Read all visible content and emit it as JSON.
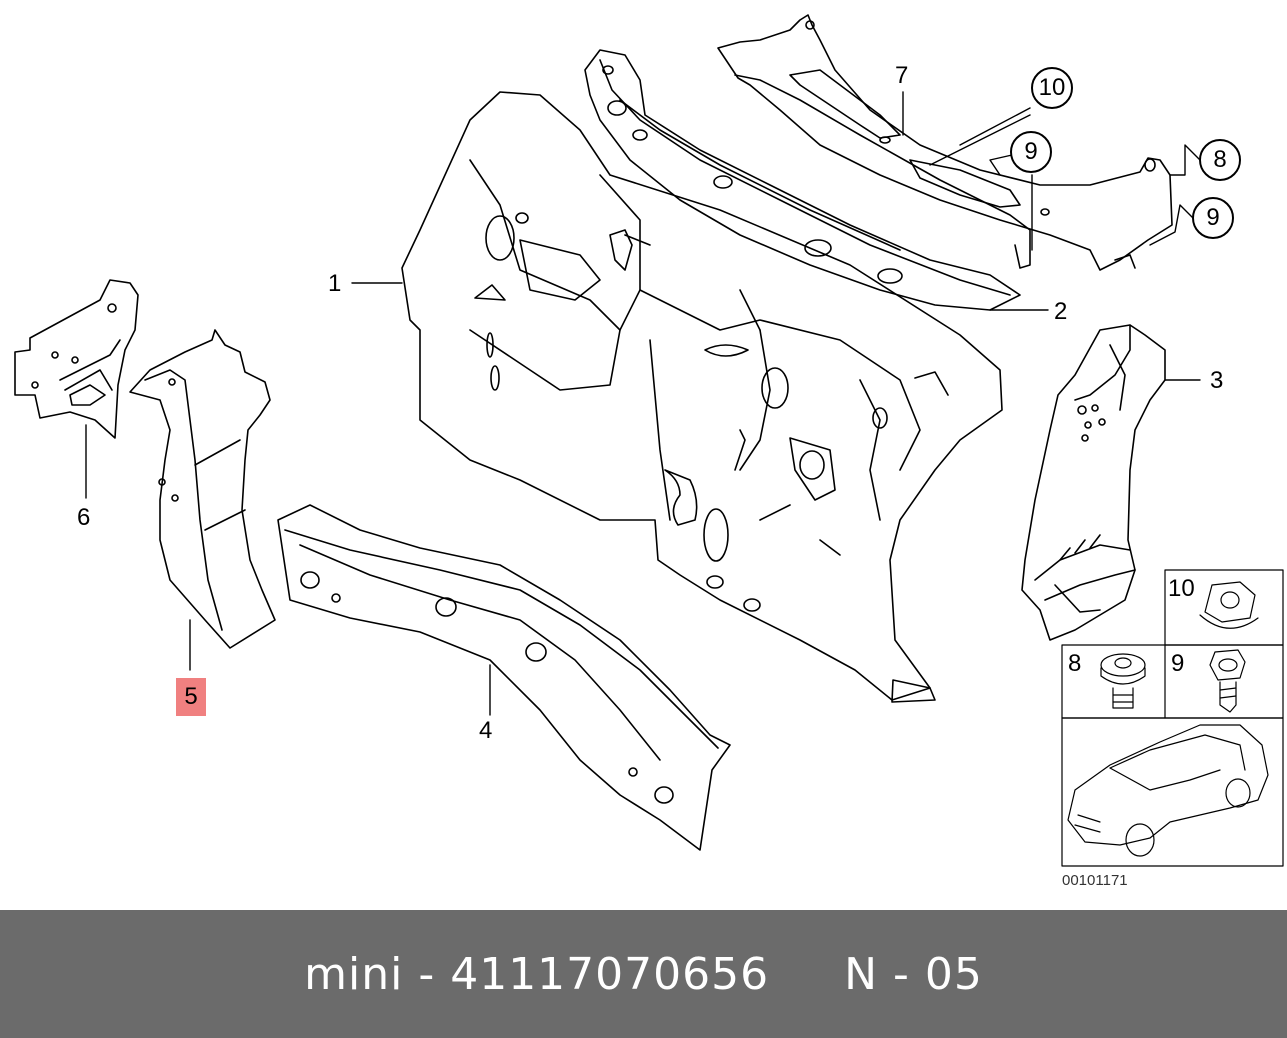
{
  "diagram": {
    "callouts": {
      "c1": "1",
      "c2": "2",
      "c3": "3",
      "c4": "4",
      "c5": "5",
      "c6": "6",
      "c7": "7",
      "c8": "8",
      "c9a": "9",
      "c9b": "9",
      "c10": "10"
    },
    "highlighted_part": "5",
    "highlight_color": "#f08080",
    "inset": {
      "nut_label": "10",
      "screw_label": "8",
      "bolt_label": "9"
    },
    "code": "00101171"
  },
  "caption": {
    "text": "mini - 41117070656     N - 05",
    "background": "#6b6b6b"
  }
}
